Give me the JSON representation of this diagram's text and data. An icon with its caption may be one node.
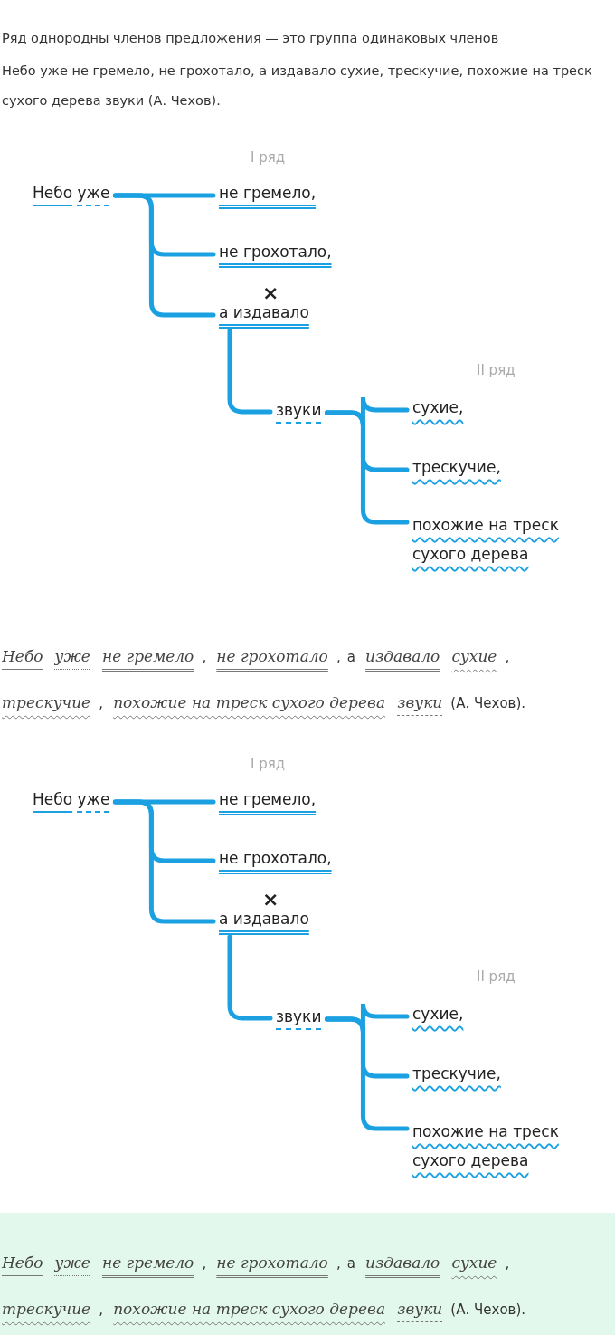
{
  "diagram": {
    "title": "Ряд однородны членов предложения — это группа одинаковых членов",
    "nodes": [
      {
        "text": [
          "Небо уже"
        ]
      },
      {
        "text": [
          "не гремело,"
        ]
      },
      {
        "text": [
          "не грохотало,"
        ]
      },
      {
        "text": [
          "а издавало"
        ]
      },
      {
        "text": [
          "звуки"
        ]
      },
      {
        "text": [
          "сухие,"
        ]
      },
      {
        "text": [
          "трескучие,"
        ]
      },
      {
        "text": [
          "похожие на треск сухого дерева"
        ]
      },
      {
        "text": [
          "Небо уже"
        ]
      },
      {
        "text": [
          "не гремело,"
        ]
      },
      {
        "text": [
          "не грохотало,"
        ]
      },
      {
        "text": [
          "а издавало"
        ]
      },
      {
        "text": [
          "звуки"
        ]
      },
      {
        "text": [
          "сухие,"
        ]
      },
      {
        "text": [
          "трескучие,"
        ]
      },
      {
        "text": [
          "похожие на треск сухого дерева"
        ]
      }
    ],
    "edges": [
      {
        "from": 0,
        "to": 1,
        "arrow": "none"
      },
      {
        "from": 0,
        "to": 2,
        "arrow": "none"
      },
      {
        "from": 0,
        "to": 3,
        "arrow": "none"
      },
      {
        "from": 3,
        "to": 4,
        "arrow": "none"
      },
      {
        "from": 4,
        "to": 5,
        "arrow": "none"
      },
      {
        "from": 4,
        "to": 6,
        "arrow": "none"
      },
      {
        "from": 4,
        "to": 7,
        "arrow": "none"
      },
      {
        "from": 8,
        "to": 9,
        "arrow": "none"
      },
      {
        "from": 8,
        "to": 10,
        "arrow": "none"
      },
      {
        "from": 8,
        "to": 11,
        "arrow": "none"
      },
      {
        "from": 11,
        "to": 12,
        "arrow": "none"
      },
      {
        "from": 12,
        "to": 13,
        "arrow": "none"
      },
      {
        "from": 12,
        "to": 14,
        "arrow": "none"
      },
      {
        "from": 12,
        "to": 15,
        "arrow": "none"
      }
    ],
    "labels": [
      "Небо уже не гремело, не грохотало, а издавало сухие, трескучие, похожие на треск сухого дерева звуки (А. Чехов).",
      "I ряд",
      "×",
      "II ряд",
      "Небо",
      "уже",
      "не гремело",
      ",",
      "не грохотало",
      ",",
      "а",
      "издавало",
      "сухие",
      ",",
      "трескучие",
      ",",
      "похожие на треск сухого дерева",
      "звуки",
      "(А. Чехов).",
      "I ряд",
      "×",
      "II ряд",
      "Небо",
      "уже",
      "не гремело",
      ",",
      "не грохотало",
      ",",
      "а",
      "издавало",
      "сухие",
      ",",
      "трескучие",
      ",",
      "похожие на треск сухого дерева",
      "звуки",
      "(А. Чехов)."
    ]
  }
}
